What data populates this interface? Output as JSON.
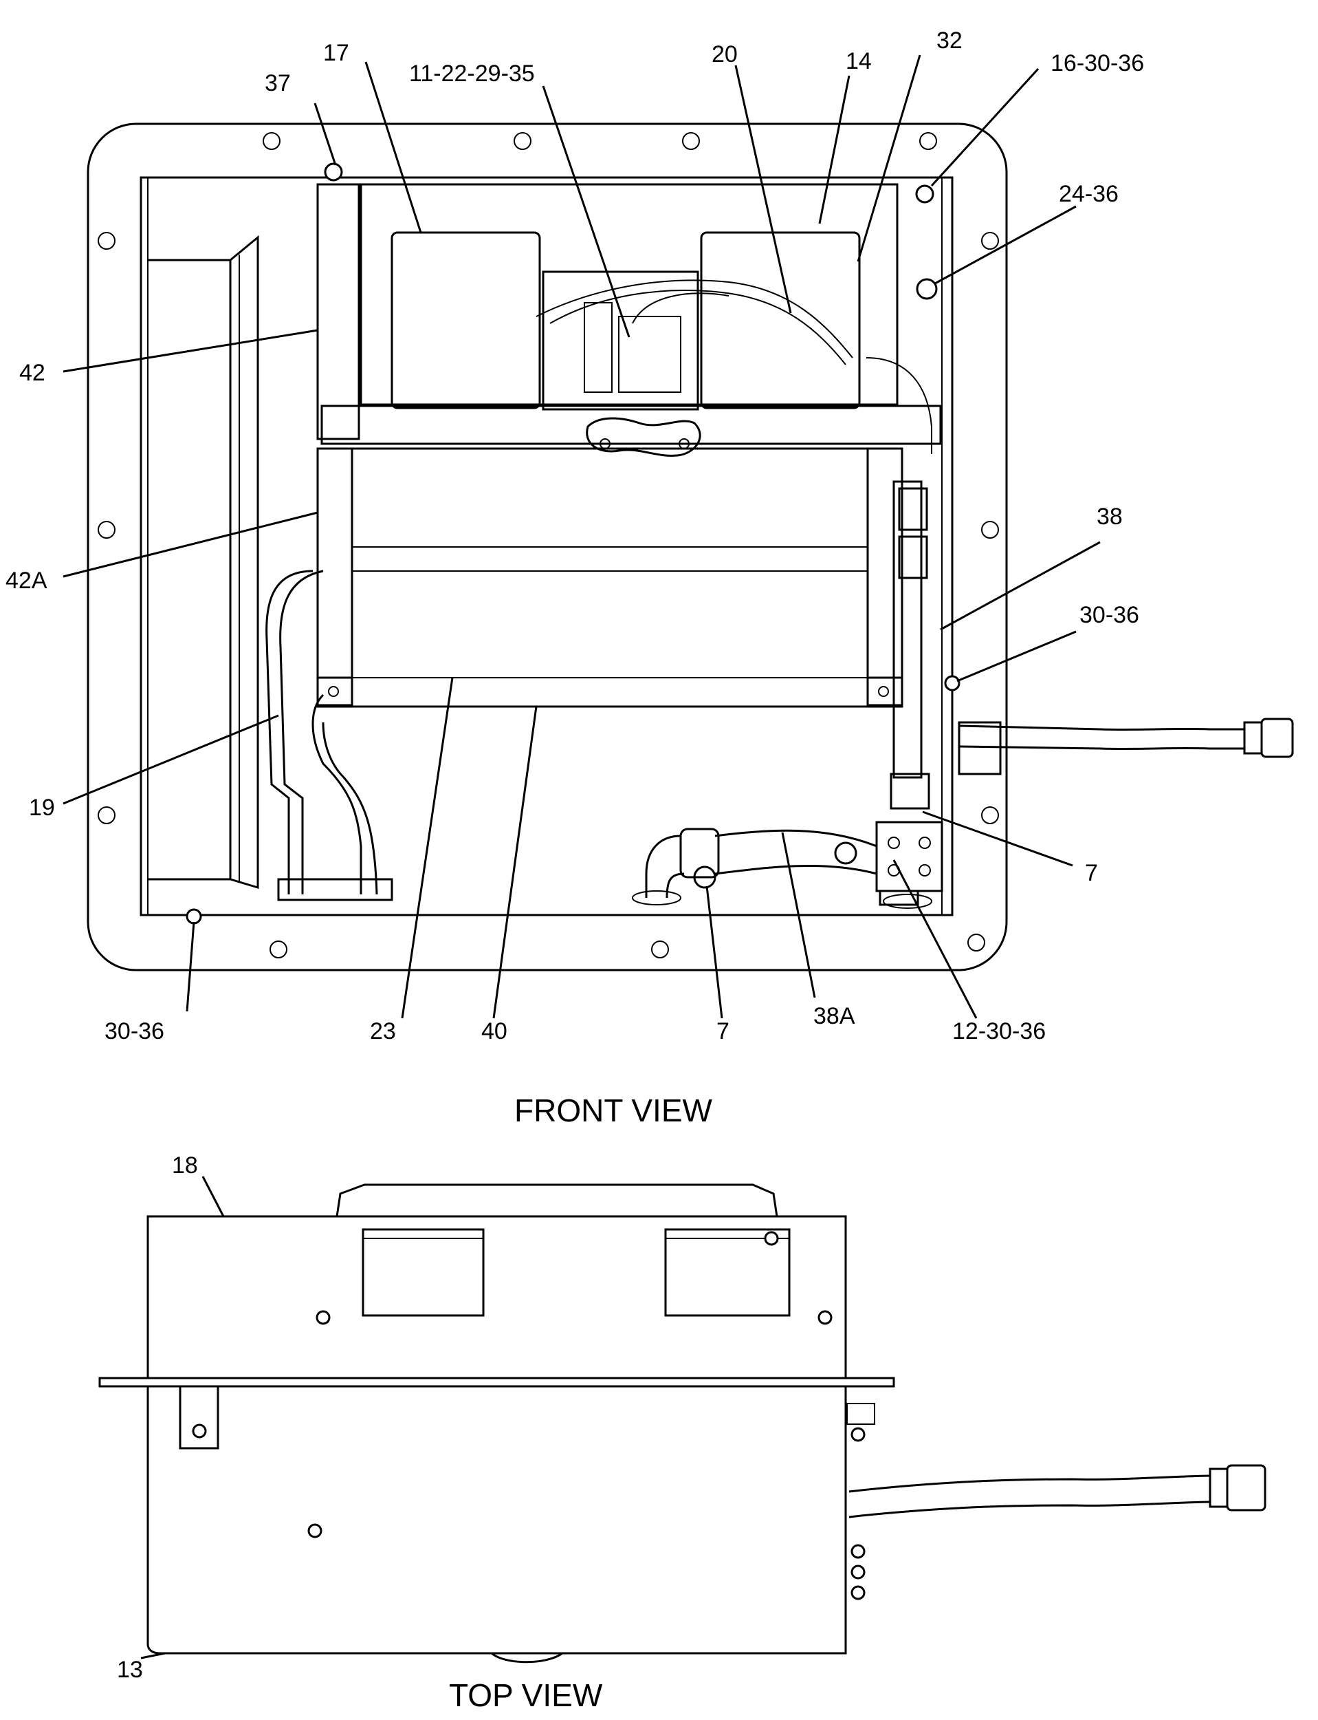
{
  "views": {
    "front": {
      "title": "FRONT VIEW"
    },
    "top": {
      "title": "TOP VIEW"
    }
  },
  "callouts": {
    "front": [
      "37",
      "17",
      "11-22-29-35",
      "20",
      "14",
      "32",
      "16-30-36",
      "24-36",
      "42",
      "42A",
      "38",
      "30-36",
      "19",
      "7",
      "30-36",
      "23",
      "40",
      "7",
      "38A",
      "12-30-36"
    ],
    "top": [
      "18",
      "13"
    ]
  }
}
